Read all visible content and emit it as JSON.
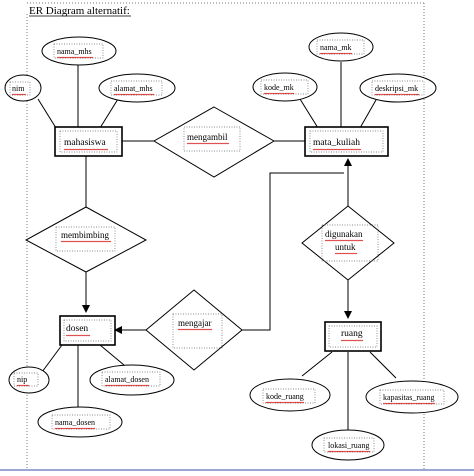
{
  "title": "ER Diagram alternatif:",
  "entities": {
    "mahasiswa": "mahasiswa",
    "mata_kuliah": "mata_kuliah",
    "dosen": "dosen",
    "ruang": "ruang"
  },
  "relationships": {
    "mengambil": "mengambil",
    "membimbing": "membimbing",
    "mengajar": "mengajar",
    "digunakan_1": "digunakan",
    "digunakan_2": "untuk"
  },
  "attributes": {
    "nama_mhs": "nama_mhs",
    "nim_mhs": "nim",
    "alamat_mhs": "alamat_mhs",
    "nama_mk": "nama_mk",
    "kode_mk": "kode_mk",
    "deskripsi_mk": "deskripsi_mk",
    "nip": "nip",
    "alamat_dosen": "alamat_dosen",
    "nama_dosen": "nama_dosen",
    "kode_ruang": "kode_ruang",
    "kapasitas_ruang": "kapasitas_ruang",
    "lokasi_ruang": "lokasi_ruang"
  }
}
